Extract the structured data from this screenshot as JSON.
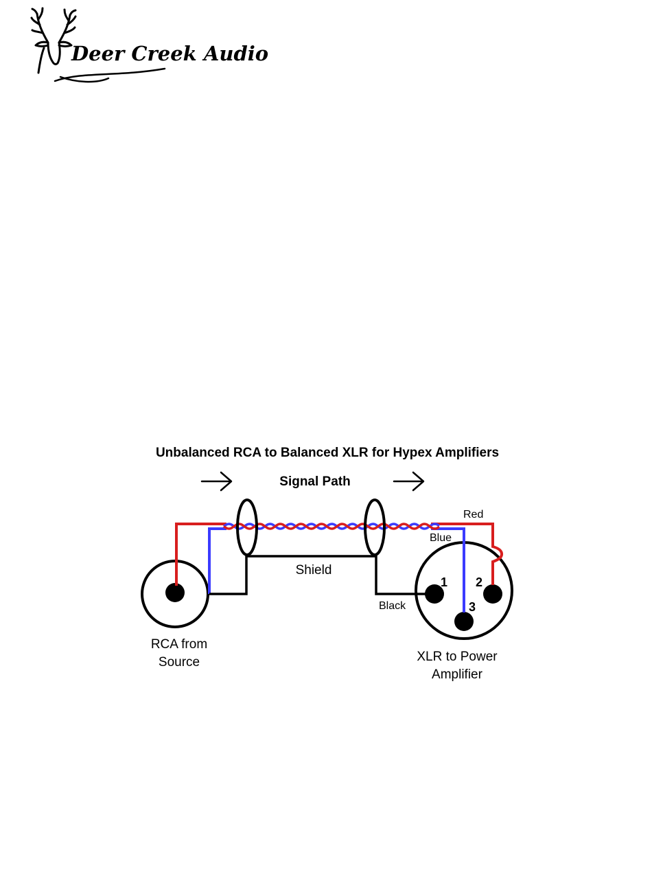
{
  "logo": {
    "text": "Deer Creek Audio",
    "icon": "deer-head-icon"
  },
  "diagram": {
    "title": "Unbalanced RCA to Balanced XLR for Hypex Amplifiers",
    "signal_path_label": "Signal Path",
    "arrow_icon": "right-arrow-icon",
    "shield_label": "Shield",
    "wire_labels": {
      "red": "Red",
      "blue": "Blue",
      "black": "Black"
    },
    "rca": {
      "line1": "RCA from",
      "line2": "Source"
    },
    "xlr": {
      "line1": "XLR to Power",
      "line2": "Amplifier",
      "pins": [
        "1",
        "2",
        "3"
      ]
    },
    "colors": {
      "red_wire": "#d81e1e",
      "blue_wire": "#3b3bff",
      "black_wire": "#000000"
    }
  }
}
